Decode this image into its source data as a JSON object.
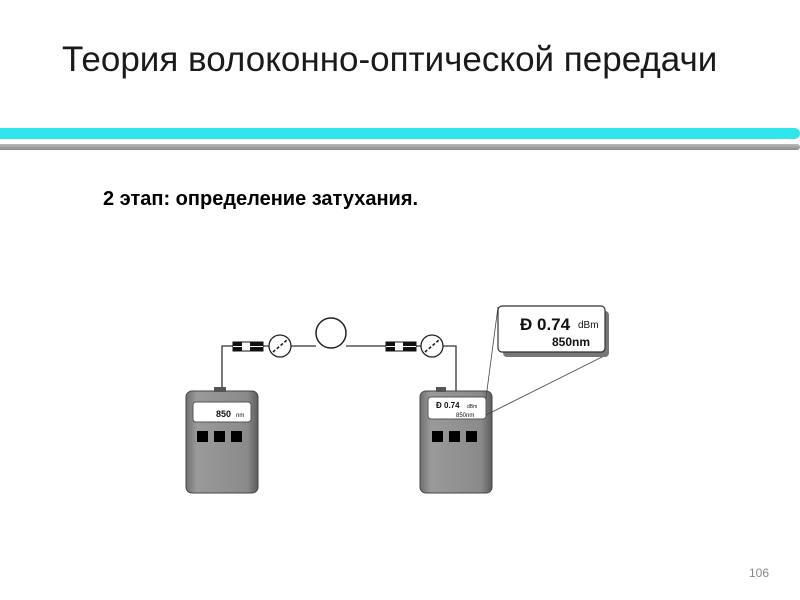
{
  "slide": {
    "title": "Теория волоконно-оптической передачи",
    "subtitle": "2 этап: определение затухания.",
    "page_number": "106"
  },
  "diagram": {
    "left_meter": {
      "wavelength": "850",
      "unit": "nm"
    },
    "right_meter": {
      "reading": "Ð 0.74",
      "unit": "dBm",
      "wavelength": "850nm"
    },
    "callout": {
      "reading": "Ð 0.74",
      "unit": "dBm",
      "wavelength": "850nm"
    },
    "colors": {
      "accent_bar": "#2ee6ec",
      "device_body": "#8a8a8a",
      "device_screen": "#ffffff"
    }
  }
}
